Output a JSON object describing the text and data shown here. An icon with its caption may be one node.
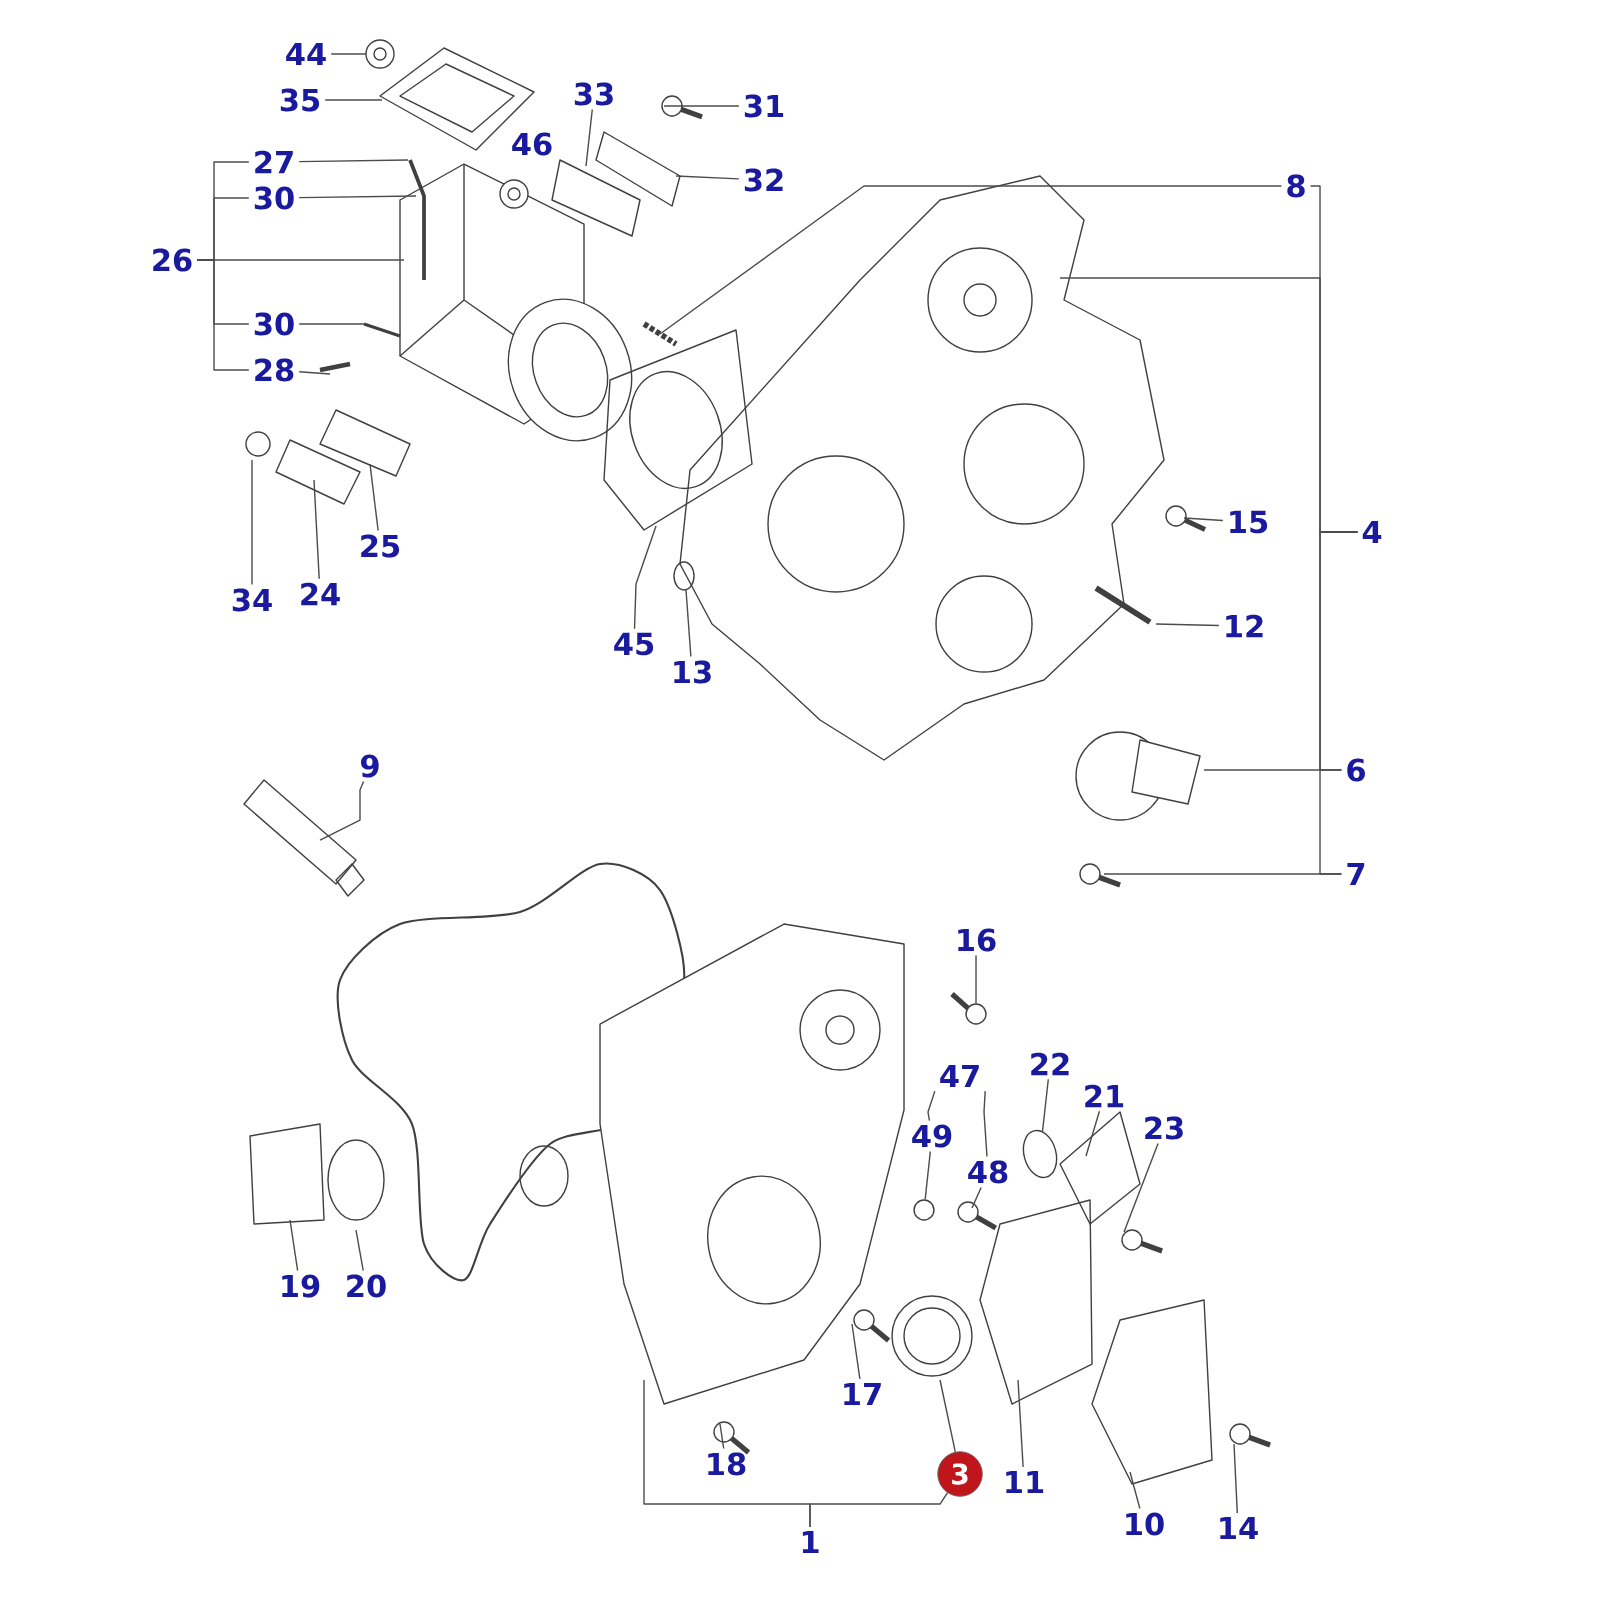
{
  "diagram": {
    "nodes": [
      {
        "text": [
          "44"
        ]
      },
      {
        "text": [
          "35"
        ]
      },
      {
        "text": [
          "33"
        ]
      },
      {
        "text": [
          "31"
        ]
      },
      {
        "text": [
          "27"
        ]
      },
      {
        "text": [
          "30"
        ]
      },
      {
        "text": [
          "32"
        ]
      },
      {
        "text": [
          "26"
        ]
      },
      {
        "text": [
          "8"
        ]
      },
      {
        "text": [
          "30"
        ]
      },
      {
        "text": [
          "28"
        ]
      },
      {
        "text": [
          "34"
        ]
      },
      {
        "text": [
          "24"
        ]
      },
      {
        "text": [
          "25"
        ]
      },
      {
        "text": [
          "45"
        ]
      },
      {
        "text": [
          "13"
        ]
      },
      {
        "text": [
          "15"
        ]
      },
      {
        "text": [
          "4"
        ]
      },
      {
        "text": [
          "12"
        ]
      },
      {
        "text": [
          "9"
        ]
      },
      {
        "text": [
          "6"
        ]
      },
      {
        "text": [
          "7"
        ]
      },
      {
        "text": [
          "16"
        ]
      },
      {
        "text": [
          "47"
        ]
      },
      {
        "text": [
          "22"
        ]
      },
      {
        "text": [
          "21"
        ]
      },
      {
        "text": [
          "49"
        ]
      },
      {
        "text": [
          "48"
        ]
      },
      {
        "text": [
          "23"
        ]
      },
      {
        "text": [
          "19"
        ]
      },
      {
        "text": [
          "20"
        ]
      },
      {
        "text": [
          "17"
        ]
      },
      {
        "text": [
          "18"
        ]
      },
      {
        "text": [
          "3"
        ]
      },
      {
        "text": [
          "11"
        ]
      },
      {
        "text": [
          "10"
        ]
      },
      {
        "text": [
          "1"
        ]
      },
      {
        "text": [
          "14"
        ]
      },
      {
        "text": [],
        "shape": "bolt"
      },
      {
        "text": [],
        "shape": "circle"
      },
      {
        "text": [],
        "shape": "circle"
      }
    ],
    "edges": [
      {
        "from": 0,
        "to": null,
        "arrow": "none"
      },
      {
        "from": 1,
        "to": null,
        "arrow": "none"
      },
      {
        "from": 2,
        "to": null,
        "arrow": "none"
      },
      {
        "from": 3,
        "to": null,
        "arrow": "none"
      },
      {
        "from": 4,
        "to": null,
        "arrow": "none"
      },
      {
        "from": 5,
        "to": null,
        "arrow": "none"
      },
      {
        "from": 6,
        "to": null,
        "arrow": "none"
      },
      {
        "from": 7,
        "to": null,
        "arrow": "none"
      },
      {
        "from": 7,
        "to": 4,
        "arrow": "none"
      },
      {
        "from": 7,
        "to": 5,
        "arrow": "none"
      },
      {
        "from": 7,
        "to": 9,
        "arrow": "none"
      },
      {
        "from": 7,
        "to": 10,
        "arrow": "none"
      },
      {
        "from": 8,
        "to": null,
        "arrow": "none"
      },
      {
        "from": 9,
        "to": null,
        "arrow": "none"
      },
      {
        "from": 10,
        "to": null,
        "arrow": "none"
      },
      {
        "from": 11,
        "to": null,
        "arrow": "none"
      },
      {
        "from": 12,
        "to": null,
        "arrow": "none"
      },
      {
        "from": 13,
        "to": null,
        "arrow": "none"
      },
      {
        "from": 14,
        "to": null,
        "arrow": "none"
      },
      {
        "from": 15,
        "to": null,
        "arrow": "none"
      },
      {
        "from": 16,
        "to": null,
        "arrow": "none"
      },
      {
        "from": 17,
        "to": null,
        "arrow": "none"
      },
      {
        "from": 17,
        "to": 8,
        "arrow": "none"
      },
      {
        "from": 17,
        "to": 20,
        "arrow": "none"
      },
      {
        "from": 17,
        "to": 21,
        "arrow": "none"
      },
      {
        "from": 18,
        "to": null,
        "arrow": "none"
      },
      {
        "from": 19,
        "to": null,
        "arrow": "none"
      },
      {
        "from": 20,
        "to": null,
        "arrow": "none"
      },
      {
        "from": 21,
        "to": null,
        "arrow": "none"
      },
      {
        "from": 22,
        "to": 38,
        "arrow": "none"
      },
      {
        "from": 23,
        "to": 26,
        "arrow": "none"
      },
      {
        "from": 23,
        "to": 27,
        "arrow": "none"
      },
      {
        "from": 24,
        "to": 39,
        "arrow": "none"
      },
      {
        "from": 25,
        "to": null,
        "arrow": "none"
      },
      {
        "from": 26,
        "to": 40,
        "arrow": "none"
      },
      {
        "from": 27,
        "to": null,
        "arrow": "none"
      },
      {
        "from": 28,
        "to": null,
        "arrow": "none"
      },
      {
        "from": 29,
        "to": null,
        "arrow": "none"
      },
      {
        "from": 30,
        "to": null,
        "arrow": "none"
      },
      {
        "from": 31,
        "to": null,
        "arrow": "none"
      },
      {
        "from": 32,
        "to": null,
        "arrow": "none"
      },
      {
        "from": 33,
        "to": null,
        "arrow": "none"
      },
      {
        "from": 34,
        "to": null,
        "arrow": "none"
      },
      {
        "from": 35,
        "to": null,
        "arrow": "none"
      },
      {
        "from": 36,
        "to": null,
        "arrow": "none"
      },
      {
        "from": 36,
        "to": 33,
        "arrow": "none"
      },
      {
        "from": 37,
        "to": null,
        "arrow": "none"
      }
    ],
    "labels": [
      "46"
    ]
  }
}
